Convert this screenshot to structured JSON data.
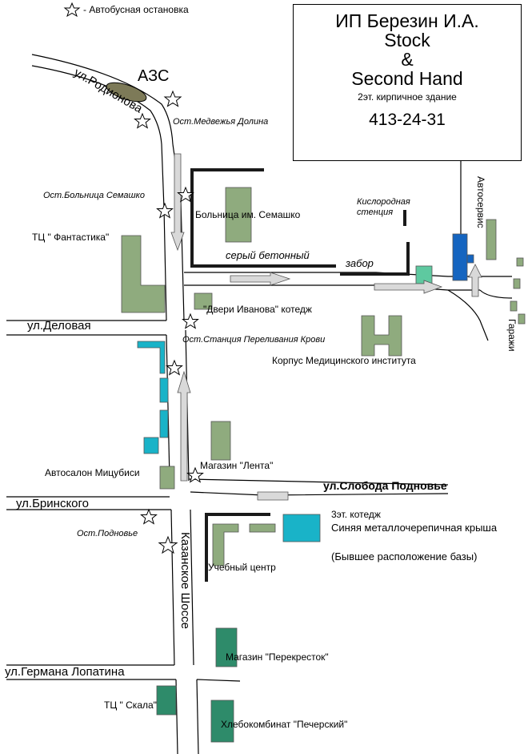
{
  "legend": {
    "bus_stop": "- Автобусная остановка"
  },
  "info_box": {
    "line1": "ИП Березин И.А.",
    "line2": "Stock",
    "line3": "&",
    "line4": "Second Hand",
    "line5": "2эт. кирпичное здание",
    "phone": "413-24-31"
  },
  "streets": {
    "rodionova": "ул.Родионова",
    "delovaya": "ул.Деловая",
    "sloboda": "ул.Слобода Подновье",
    "brinskogo": "ул.Бринского",
    "kazanskoe": "Казанское Шоссе",
    "lopatina": "ул.Германа Лопатина"
  },
  "stops": {
    "medvezhya": "Ост.Медвежья Долина",
    "bolnitsa": "Ост.Больница Семашко",
    "stantsiya": "Ост.Станция Переливания Крови",
    "podnovye": "Ост.Подновье"
  },
  "places": {
    "azs": "АЗС",
    "hospital": "Больница им. Семашко",
    "oxygen": "Кислородная стенция",
    "concrete": "серый бетонный",
    "fence": "забор",
    "autoservice": "Автосервис",
    "fantastika": "ТЦ \" Фантастика\"",
    "doors": "\"Двери Иванова\" котедж",
    "garages": "Гаражи",
    "institute": "Корпус Медицинского института",
    "mitsubishi": "Автосалон Мицубиси",
    "lenta": "Магазин \"Лента\"",
    "cottage3": "3эт. котедж",
    "roof": "Синяя металлочерепичная крыша",
    "former_base": "(Бывшее расположение базы)",
    "training": "Учебный центр",
    "perekrestok": "Магазин \"Перекресток\"",
    "skala": "ТЦ \" Скала\"",
    "bread": "Хлебокомбинат \"Печерский\""
  },
  "colors": {
    "building_green": "#8fab7e",
    "building_dark": "#2e8b6a",
    "building_cyan": "#19b3c8",
    "building_blue": "#1565c0",
    "building_mint": "#5ec9a0",
    "arrow_fill": "#d9d9d9",
    "azs_fill": "#7d7a58"
  }
}
